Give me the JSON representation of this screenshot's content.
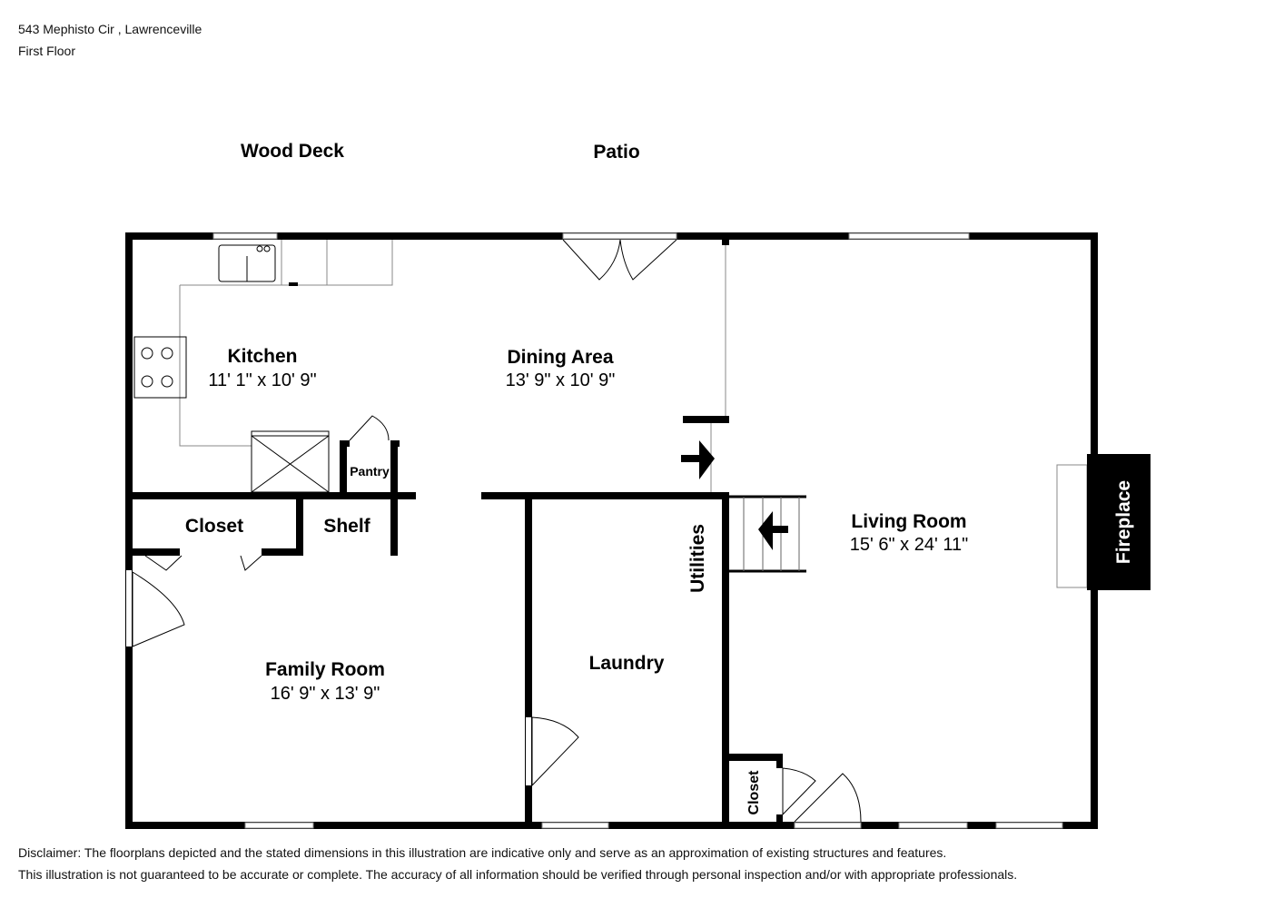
{
  "header": {
    "address": "543 Mephisto Cir , Lawrenceville",
    "floor": "First Floor"
  },
  "outdoor": {
    "wood_deck": "Wood Deck",
    "patio": "Patio"
  },
  "rooms": {
    "kitchen": {
      "name": "Kitchen",
      "dims": "11' 1\" x 10' 9\""
    },
    "dining": {
      "name": "Dining Area",
      "dims": "13' 9\" x 10' 9\""
    },
    "living": {
      "name": "Living Room",
      "dims": "15' 6\" x 24' 11\""
    },
    "family": {
      "name": "Family Room",
      "dims": "16' 9\" x 13' 9\""
    },
    "laundry": {
      "name": "Laundry"
    },
    "closet": {
      "name": "Closet"
    },
    "shelf": {
      "name": "Shelf"
    },
    "pantry": {
      "name": "Pantry"
    },
    "utilities": {
      "name": "Utilities"
    },
    "living_closet": {
      "name": "Closet"
    },
    "fireplace": {
      "name": "Fireplace"
    }
  },
  "disclaimer": {
    "line1": "Disclaimer: The floorplans depicted and the stated dimensions in this illustration are indicative only and serve as an approximation of existing structures and features.",
    "line2": "This illustration is not guaranteed to be accurate or complete. The accuracy of all information should be verified through personal inspection and/or with appropriate professionals."
  }
}
